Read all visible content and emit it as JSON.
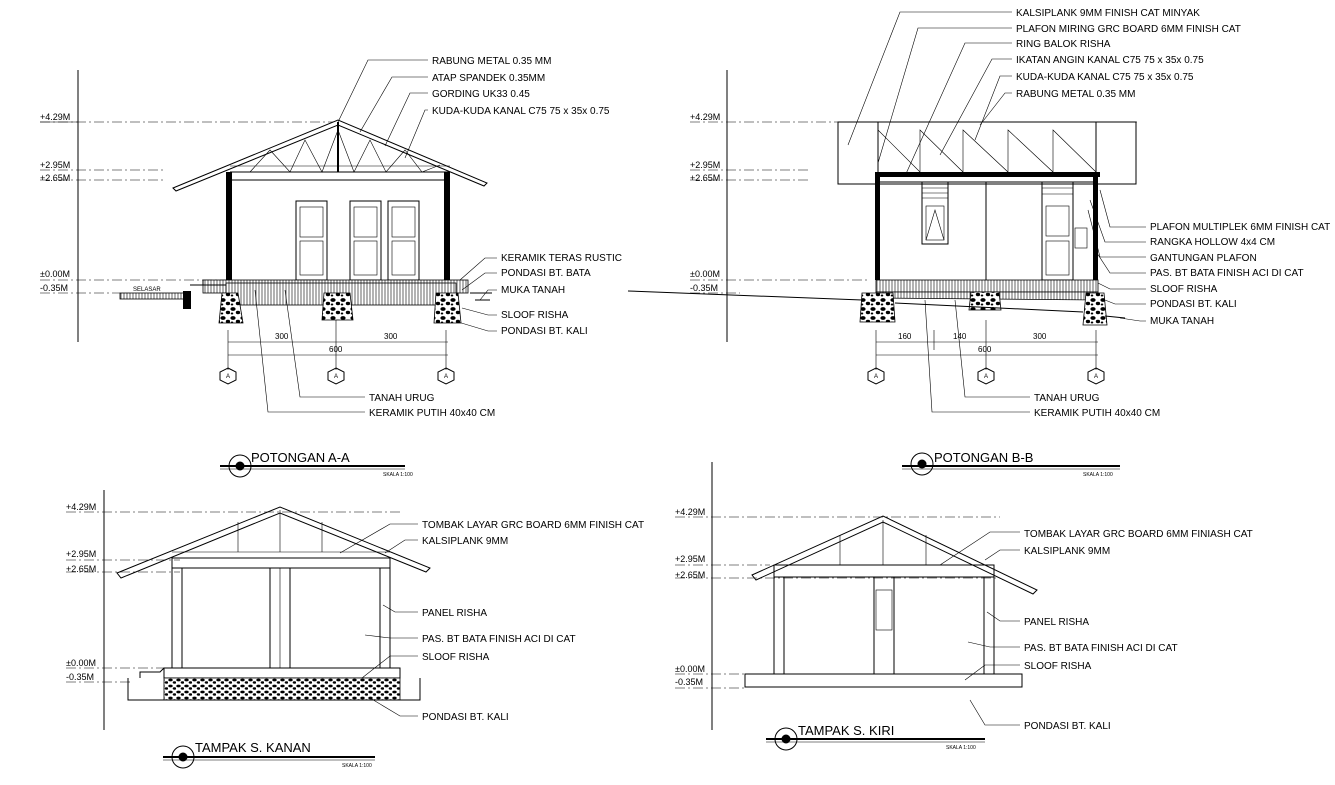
{
  "levels": {
    "top": "+4.29M",
    "ring": "+2.95M",
    "ceiling": "+2.65M",
    "floor": "±0.00M",
    "ground": "-0.35M"
  },
  "section_aa": {
    "title": "POTONGAN A-A",
    "scale": "SKALA 1:100",
    "roof_labels": [
      "RABUNG METAL 0.35 MM",
      "ATAP SPANDEK 0.35MM",
      "GORDING UK33 0.45",
      "KUDA-KUDA KANAL C75 75 x 35x 0.75"
    ],
    "right_labels": [
      "KERAMIK TERAS RUSTIC",
      "PONDASI BT. BATA",
      "MUKA TANAH",
      "SLOOF RISHA",
      "PONDASI BT. KALI"
    ],
    "bottom_labels": [
      "TANAH URUG",
      "KERAMIK PUTIH 40x40 CM"
    ],
    "terrace_label": "SELASAR",
    "dims": [
      "300",
      "300",
      "600"
    ],
    "grid": [
      "A",
      "A",
      "A"
    ]
  },
  "section_bb": {
    "title": "POTONGAN B-B",
    "scale": "SKALA 1:100",
    "top_labels": [
      "KALSIPLANK 9MM FINISH CAT MINYAK",
      "PLAFON MIRING GRC BOARD 6MM FINISH CAT",
      "RING BALOK RISHA",
      "IKATAN ANGIN  KANAL C75 75 x 35x 0.75",
      "KUDA-KUDA KANAL C75 75 x 35x 0.75",
      "RABUNG METAL 0.35 MM"
    ],
    "right_labels": [
      "PLAFON MULTIPLEK 6MM FINISH CAT",
      "RANGKA HOLLOW 4x4 CM",
      "GANTUNGAN PLAFON",
      "PAS. BT BATA FINISH ACI DI CAT",
      "SLOOF RISHA",
      "PONDASI BT. KALI",
      "MUKA TANAH"
    ],
    "bottom_labels": [
      "TANAH URUG",
      "KERAMIK PUTIH 40x40 CM"
    ],
    "dims": [
      "160",
      "140",
      "300",
      "600"
    ],
    "grid": [
      "A",
      "A",
      "A"
    ]
  },
  "elev_right": {
    "title": "TAMPAK S. KANAN",
    "scale": "SKALA 1:100",
    "labels": [
      "TOMBAK LAYAR GRC BOARD 6MM FINISH CAT",
      "KALSIPLANK 9MM",
      "PANEL RISHA",
      "PAS. BT BATA FINISH ACI DI CAT",
      "SLOOF RISHA",
      "PONDASI BT. KALI"
    ]
  },
  "elev_left": {
    "title": "TAMPAK S. KIRI",
    "scale": "SKALA 1:100",
    "labels": [
      "TOMBAK LAYAR GRC BOARD 6MM FINIASH CAT",
      "KALSIPLANK 9MM",
      "PANEL RISHA",
      "PAS. BT BATA FINISH ACI DI CAT",
      "SLOOF RISHA",
      "PONDASI BT. KALI"
    ]
  }
}
